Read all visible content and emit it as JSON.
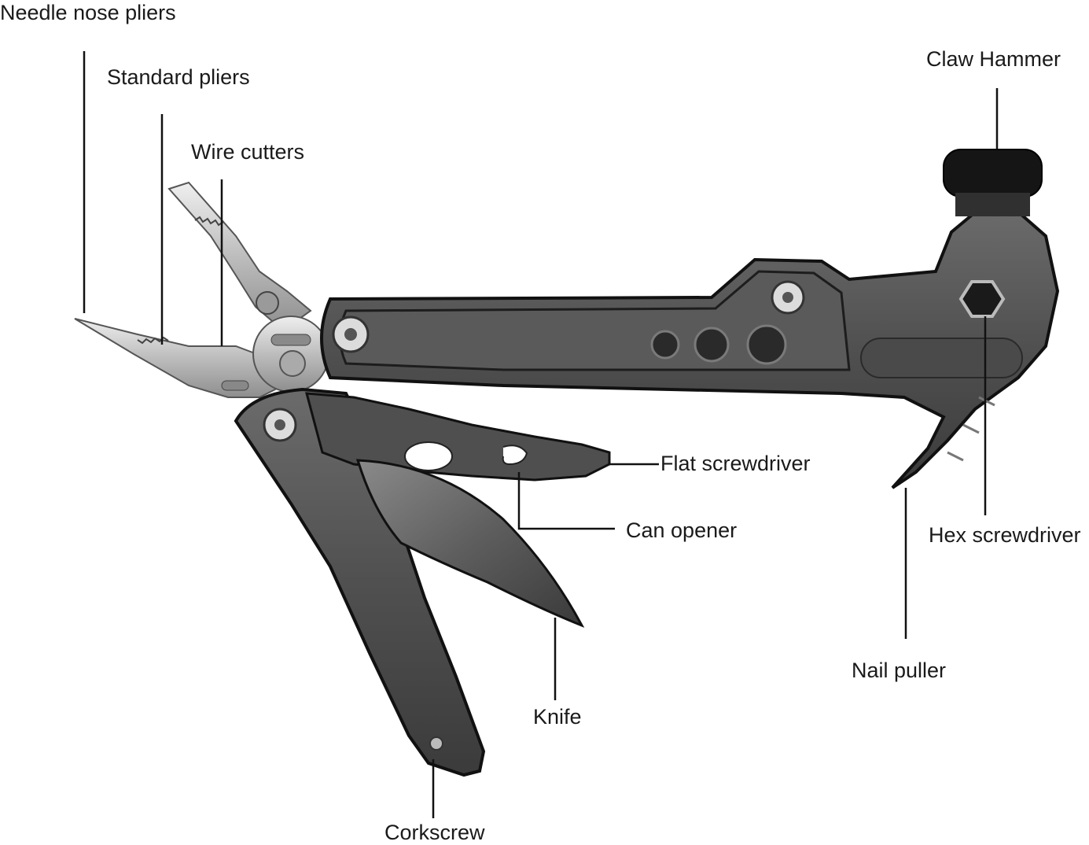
{
  "labels": {
    "needle_nose_pliers": "Needle nose pliers",
    "standard_pliers": "Standard pliers",
    "wire_cutters": "Wire cutters",
    "claw_hammer": "Claw Hammer",
    "flat_screwdriver": "Flat screwdriver",
    "can_opener": "Can opener",
    "hex_screwdriver": "Hex screwdriver",
    "nail_puller": "Nail puller",
    "knife": "Knife",
    "corkscrew": "Corkscrew"
  },
  "colors": {
    "background": "#ffffff",
    "tool_body": "#2b2b2b",
    "tool_panel": "#555555",
    "steel": "#c9c9c9",
    "leader_line": "#111111"
  }
}
